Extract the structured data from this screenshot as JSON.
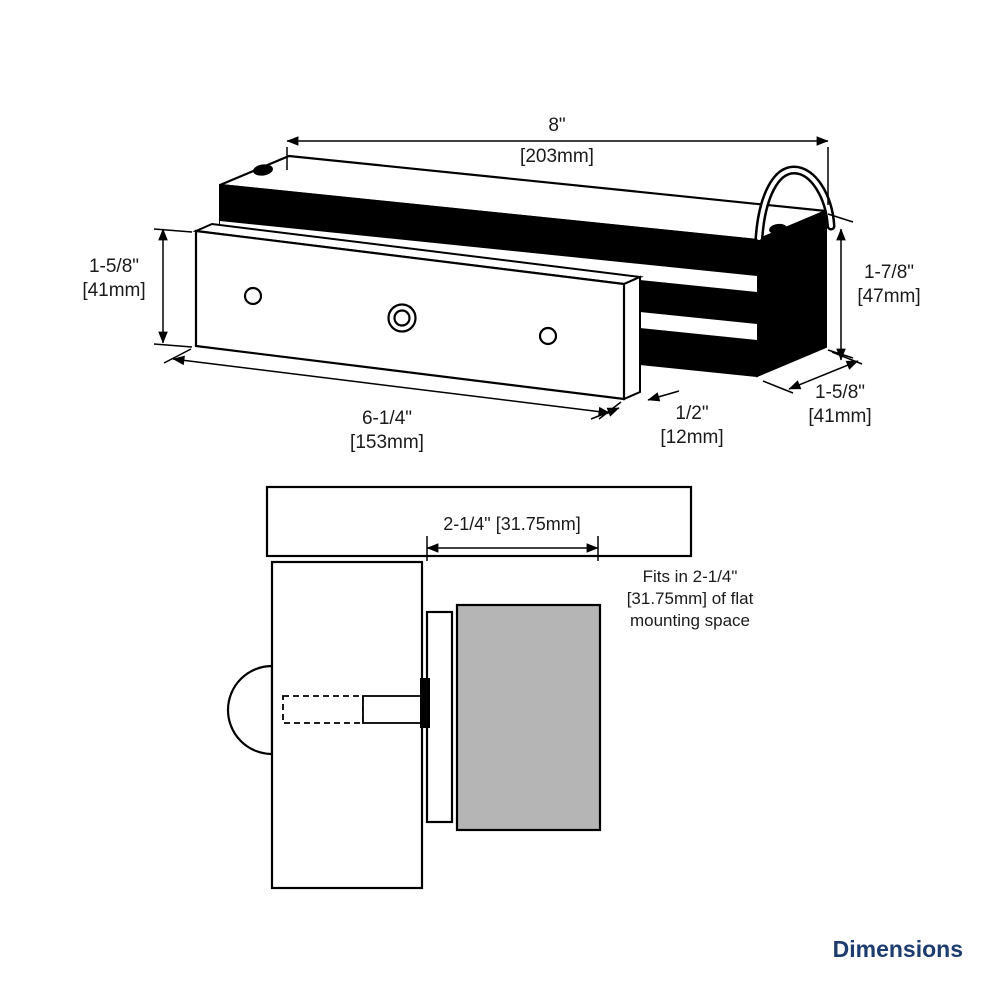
{
  "title_label": "Dimensions",
  "colors": {
    "accent_navy": "#1d3c6f",
    "block_gray": "#b5b5b5",
    "line_black": "#000000"
  },
  "isometric_view": {
    "length": {
      "in": "8\"",
      "mm": "[203mm]"
    },
    "plate_height": {
      "in": "1-5/8\"",
      "mm": "[41mm]"
    },
    "body_height": {
      "in": "1-7/8\"",
      "mm": "[47mm]"
    },
    "plate_length": {
      "in": "6-1/4\"",
      "mm": "[153mm]"
    },
    "plate_thickness": {
      "in": "1/2\"",
      "mm": "[12mm]"
    },
    "body_depth": {
      "in": "1-5/8\"",
      "mm": "[41mm]"
    }
  },
  "section_view": {
    "mounting_width": "2-1/4\" [31.75mm]",
    "note_line1": "Fits in 2-1/4\"",
    "note_line2": "[31.75mm] of flat",
    "note_line3": "mounting space"
  }
}
